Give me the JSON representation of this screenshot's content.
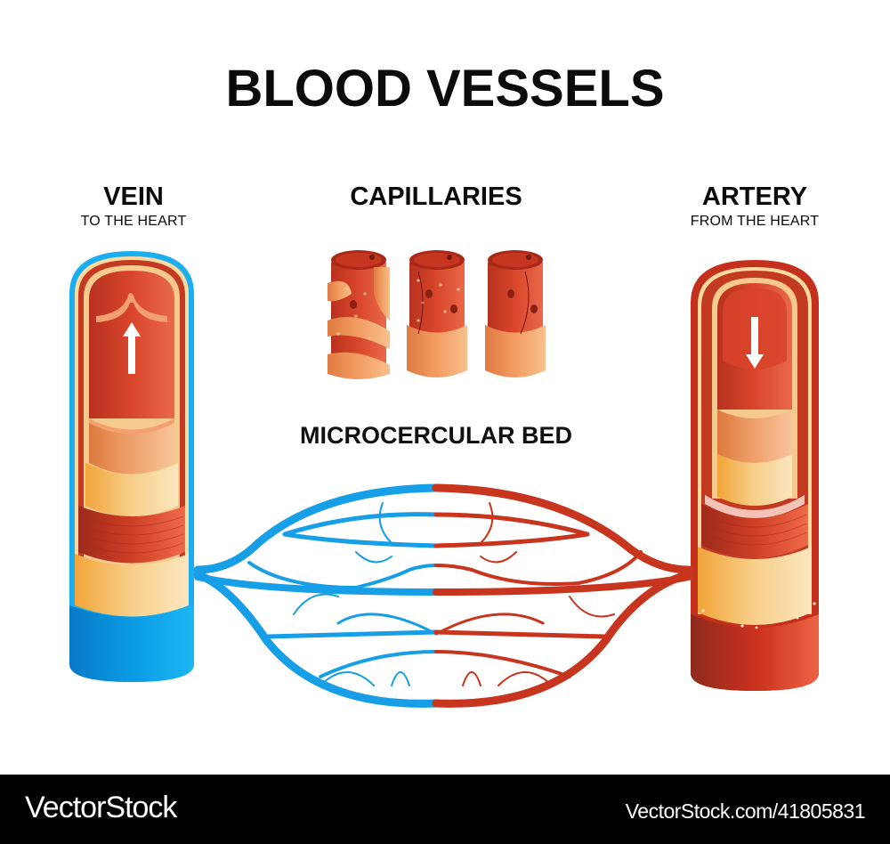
{
  "title": "BLOOD VESSELS",
  "labels": {
    "vein": {
      "main": "VEIN",
      "sub": "TO THE HEART"
    },
    "capillaries": {
      "main": "CAPILLARIES"
    },
    "artery": {
      "main": "ARTERY",
      "sub": "FROM THE HEART"
    },
    "bed": "MICROCERCULAR BED"
  },
  "icons": {
    "vein_arrow": "arrow-up",
    "artery_arrow": "arrow-down"
  },
  "colors": {
    "vein_blue": "#0a9be4",
    "artery_red": "#c9301c",
    "vessel_inner": "#d9462b",
    "fibrous_tan": "#f5c98a",
    "capillary_orange": "#f0955a",
    "footer_bg": "#000000"
  },
  "footer": {
    "brand": "VectorStock",
    "reference": "VectorStock.com/41805831"
  }
}
